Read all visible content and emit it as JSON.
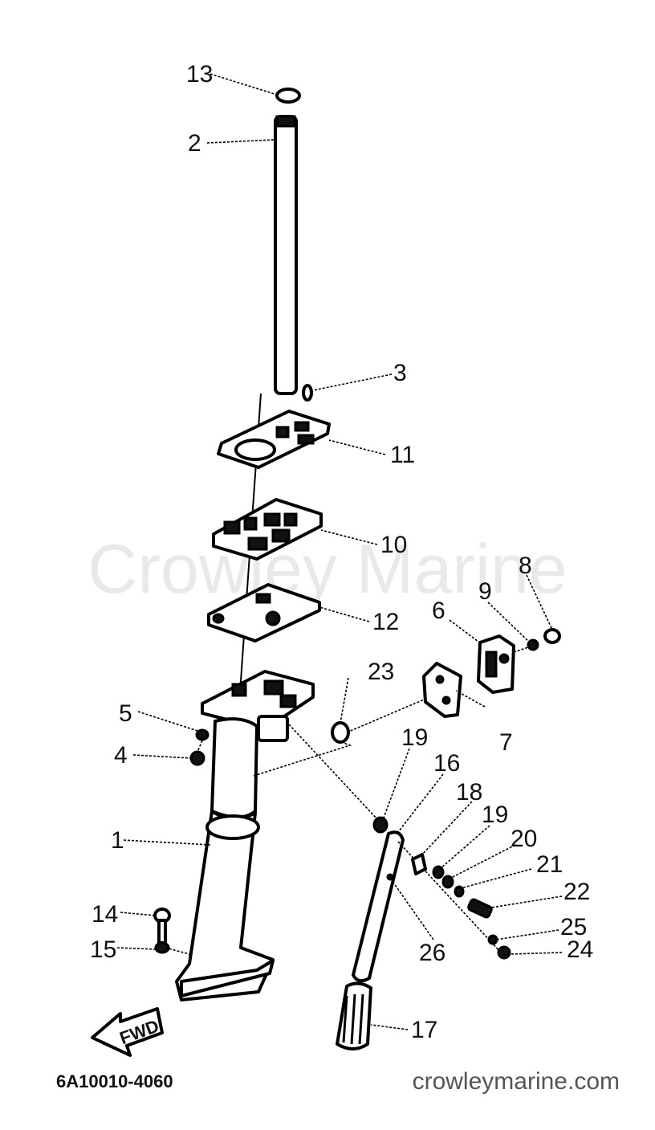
{
  "watermark": "Crowley Marine",
  "diagram_code": "6A10010-4060",
  "website": "crowleymarine.com",
  "fwd_label": "FWD",
  "callouts": {
    "c1": "1",
    "c2": "2",
    "c3": "3",
    "c4": "4",
    "c5": "5",
    "c6": "6",
    "c7": "7",
    "c8": "8",
    "c9": "9",
    "c10": "10",
    "c11": "11",
    "c12": "12",
    "c13": "13",
    "c14": "14",
    "c15": "15",
    "c16": "16",
    "c17": "17",
    "c18": "18",
    "c19a": "19",
    "c19b": "19",
    "c20": "20",
    "c21": "21",
    "c22": "22",
    "c23": "23",
    "c24": "24",
    "c25": "25",
    "c26": "26"
  }
}
